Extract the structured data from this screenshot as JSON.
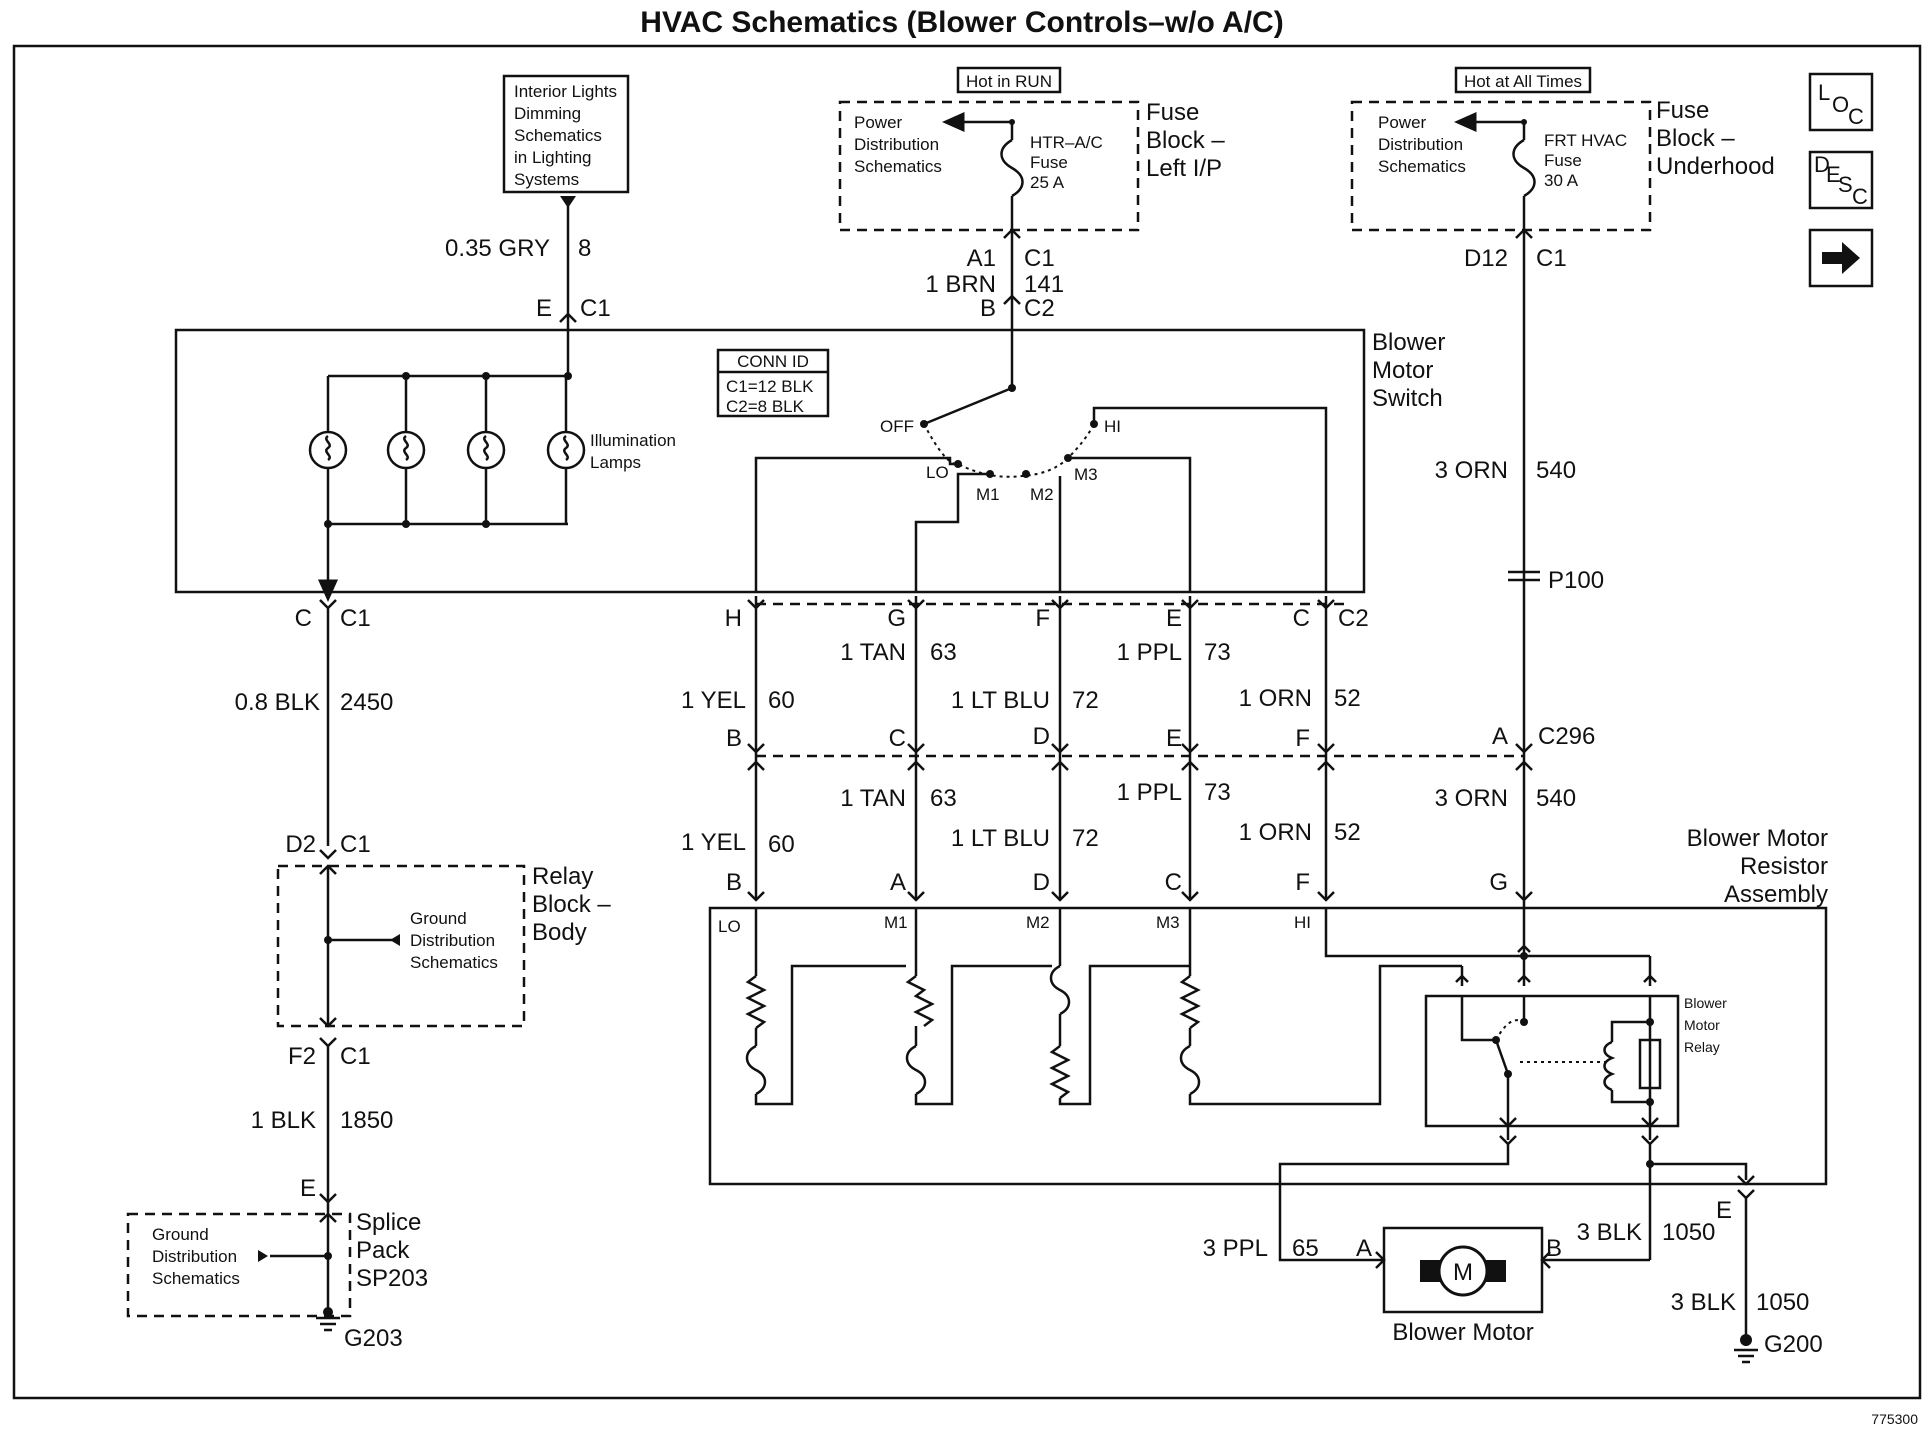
{
  "title": "HVAC Schematics (Blower Controls–w/o A/C)",
  "figure_id": "775300",
  "nav_buttons": {
    "loc": "LOC",
    "desc": "DESC",
    "next_icon": "arrow-right-icon"
  },
  "top": {
    "interior_lights": [
      "Interior Lights",
      "Dimming",
      "Schematics",
      "in Lighting",
      "Systems"
    ],
    "wire_gry": {
      "gauge_color": "0.35 GRY",
      "circuit": "8",
      "pin": "E",
      "conn": "C1"
    },
    "hot_run": "Hot in RUN",
    "hot_all": "Hot at All Times",
    "fuse_left": {
      "pd": [
        "Power",
        "Distribution",
        "Schematics"
      ],
      "fuse": [
        "HTR–A/C",
        "Fuse",
        "25 A"
      ],
      "block": [
        "Fuse",
        "Block –",
        "Left I/P"
      ]
    },
    "fuse_under": {
      "pd": [
        "Power",
        "Distribution",
        "Schematics"
      ],
      "fuse": [
        "FRT HVAC",
        "Fuse",
        "30 A"
      ],
      "block": [
        "Fuse",
        "Block –",
        "Underhood"
      ]
    },
    "brn": {
      "pin1": "A1",
      "conn1": "C1",
      "gauge_color": "1 BRN",
      "circuit": "141",
      "pin2": "B",
      "conn2": "C2"
    },
    "d12": {
      "pin": "D12",
      "conn": "C1"
    }
  },
  "switch": {
    "label": [
      "Blower",
      "Motor",
      "Switch"
    ],
    "conn_id": [
      "CONN ID",
      "C1=12 BLK",
      "C2=8 BLK"
    ],
    "lamps_label": [
      "Illumination",
      "Lamps"
    ],
    "positions": {
      "off": "OFF",
      "lo": "LO",
      "m1": "M1",
      "m2": "M2",
      "m3": "M3",
      "hi": "HI"
    }
  },
  "harness": {
    "upper_pins": [
      {
        "pin": "C",
        "conn": "C1"
      },
      {
        "pin": "H"
      },
      {
        "pin": "G"
      },
      {
        "pin": "F"
      },
      {
        "pin": "E"
      },
      {
        "pin": "C",
        "conn": "C2"
      }
    ],
    "blk_2450": {
      "gauge_color": "0.8 BLK",
      "circuit": "2450"
    },
    "wires_upper": [
      {
        "gauge_color": "1 YEL",
        "circuit": "60"
      },
      {
        "gauge_color": "1 TAN",
        "circuit": "63"
      },
      {
        "gauge_color": "1 LT BLU",
        "circuit": "72"
      },
      {
        "gauge_color": "1 PPL",
        "circuit": "73"
      },
      {
        "gauge_color": "1 ORN",
        "circuit": "52"
      }
    ],
    "c296_pins": [
      "B",
      "C",
      "D",
      "E",
      "F",
      "A"
    ],
    "c296": "C296",
    "wires_lower": [
      {
        "gauge_color": "1 YEL",
        "circuit": "60"
      },
      {
        "gauge_color": "1 TAN",
        "circuit": "63"
      },
      {
        "gauge_color": "1 LT BLU",
        "circuit": "72"
      },
      {
        "gauge_color": "1 PPL",
        "circuit": "73"
      },
      {
        "gauge_color": "1 ORN",
        "circuit": "52"
      },
      {
        "gauge_color": "3 ORN",
        "circuit": "540"
      }
    ],
    "orn_540_upper": {
      "gauge_color": "3 ORN",
      "circuit": "540"
    },
    "p100": "P100",
    "resistor_pins": [
      "B",
      "A",
      "D",
      "C",
      "F",
      "G"
    ]
  },
  "left_ground": {
    "d2": {
      "pin": "D2",
      "conn": "C1"
    },
    "relay_block": [
      "Relay",
      "Block –",
      "Body"
    ],
    "gnd_dist": [
      "Ground",
      "Distribution",
      "Schematics"
    ],
    "f2": {
      "pin": "F2",
      "conn": "C1"
    },
    "blk_1850": {
      "gauge_color": "1 BLK",
      "circuit": "1850"
    },
    "splice_pin": "E",
    "splice": [
      "Splice",
      "Pack",
      "SP203"
    ],
    "g203": "G203"
  },
  "resistor": {
    "label": [
      "Blower Motor",
      "Resistor",
      "Assembly"
    ],
    "terminals": [
      "LO",
      "M1",
      "M2",
      "M3",
      "HI"
    ],
    "relay_label": [
      "Blower",
      "Motor",
      "Relay"
    ]
  },
  "motor": {
    "label": "Blower Motor",
    "symbol": "M",
    "pin_a": "A",
    "pin_b": "B",
    "ppl": {
      "gauge_color": "3 PPL",
      "circuit": "65"
    },
    "blk": {
      "gauge_color": "3 BLK",
      "circuit": "1050"
    },
    "e_pin": "E",
    "blk_g200": {
      "gauge_color": "3 BLK",
      "circuit": "1050"
    },
    "g200": "G200"
  }
}
